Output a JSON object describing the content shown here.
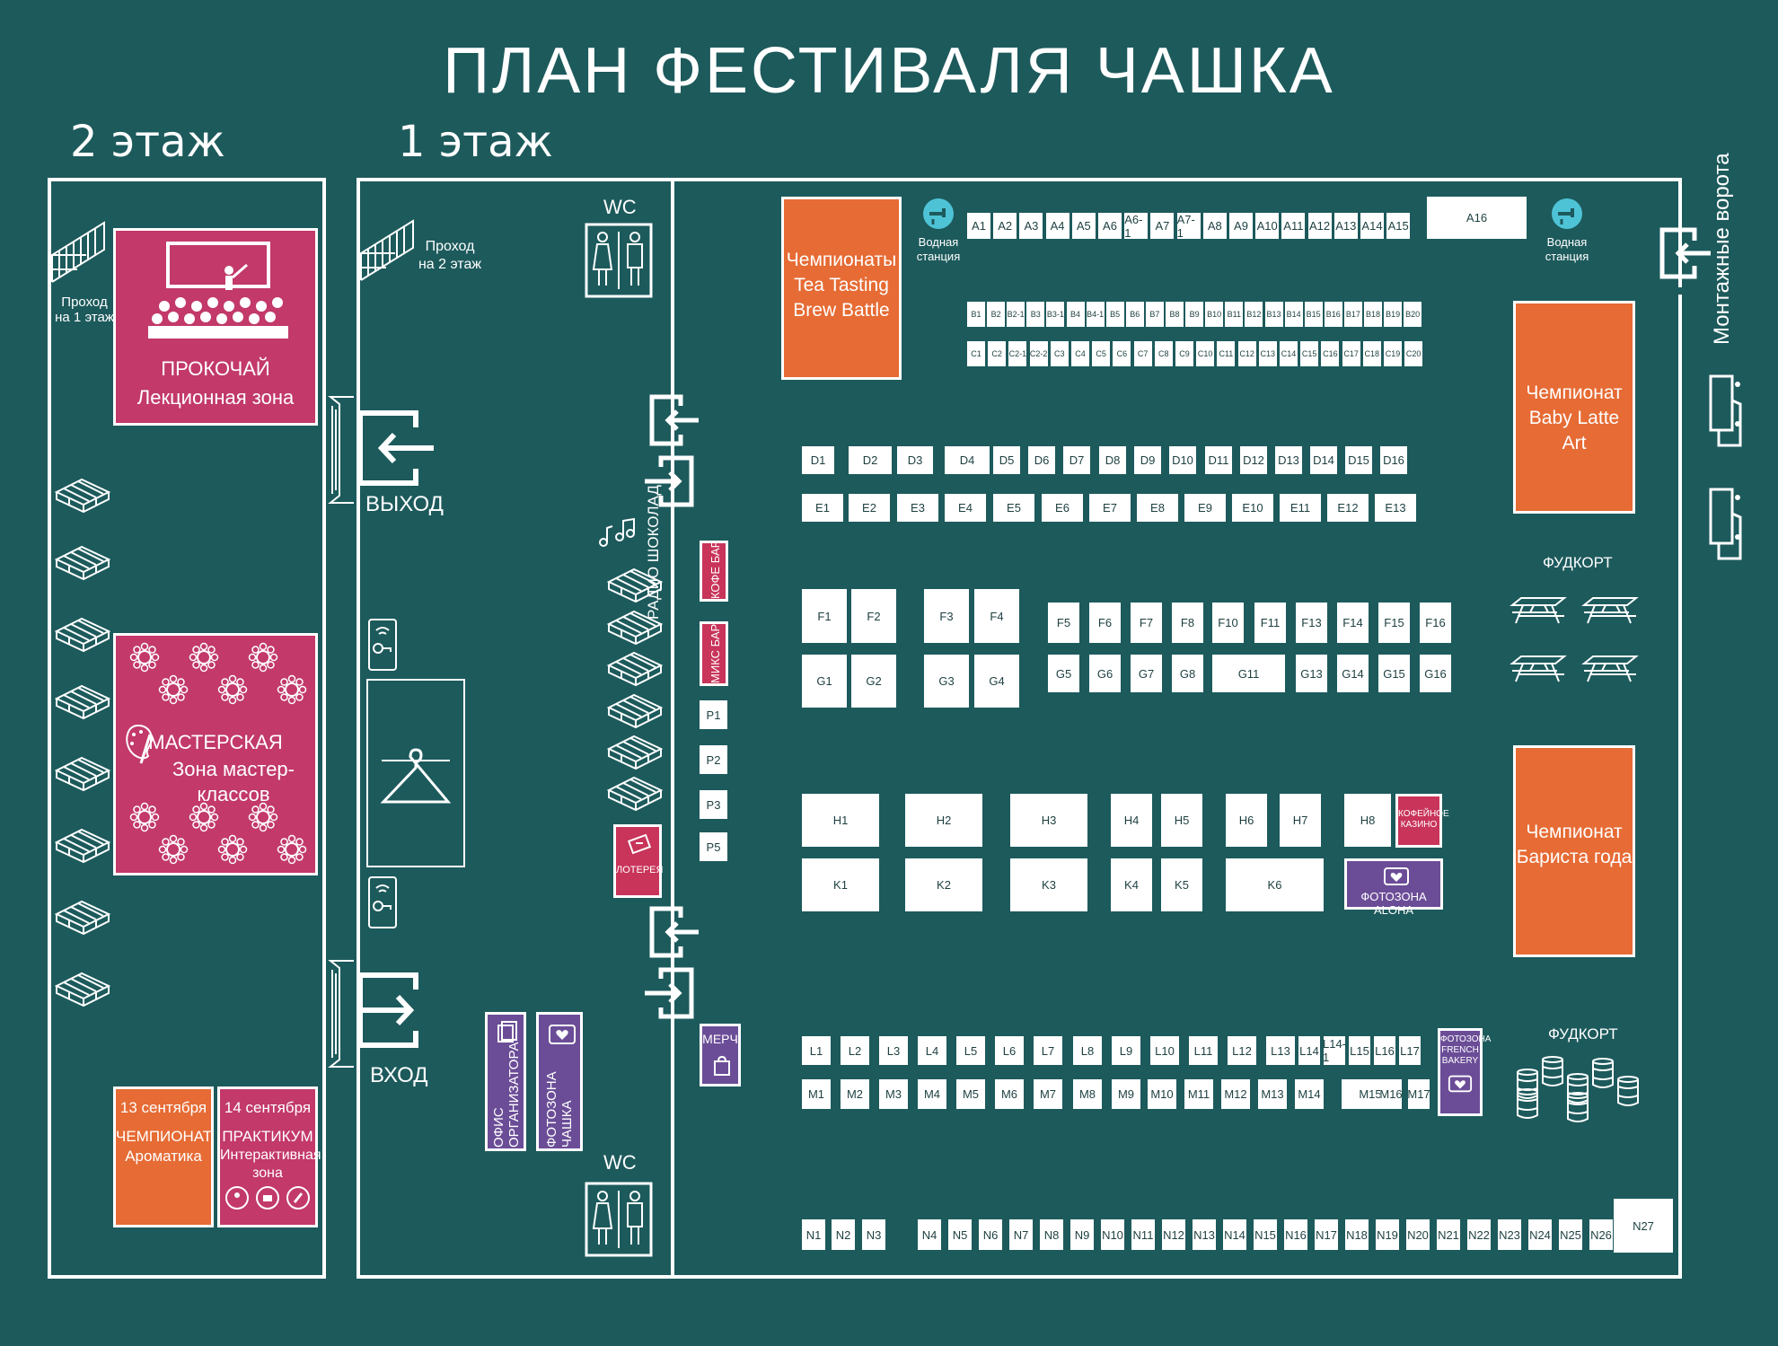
{
  "title": "ПЛАН ФЕСТИВАЛЯ ЧАШКА",
  "floors": {
    "second": "2 этаж",
    "first": "1 этаж"
  },
  "passages": {
    "to_first": [
      "Проход",
      "на 1 этаж"
    ],
    "to_second": [
      "Проход",
      "на 2 этаж"
    ]
  },
  "zones": {
    "prokochai": [
      "ПРОКОЧАЙ",
      "Лекционная зона"
    ],
    "masterskaya": [
      "МАСТЕРСКАЯ",
      "Зона мастер-классов"
    ],
    "aromatika": [
      "13 сентября",
      "ЧЕМПИОНАТ",
      "Ароматика"
    ],
    "praktikum": [
      "14 сентября",
      "ПРАКТИКУМ",
      "Интерактивная",
      "зона"
    ],
    "tea_tasting": [
      "Чемпионаты",
      "Tea Tasting",
      "Brew Battle"
    ],
    "baby_latte": [
      "Чемпионат",
      "Baby Latte Art"
    ],
    "barista": [
      "Чемпионат",
      "Бариста года"
    ],
    "kofe_bar": "КОФЕ БАР",
    "miks_bar": "МИКС БАР",
    "loterea": "ЛОТЕРЕЯ",
    "ofis": [
      "ОФИС",
      "ОРГАНИЗАТОРА"
    ],
    "fotozona_chashka": [
      "ФОТОЗОНА",
      "ЧАШКА"
    ],
    "fotozona_aloha": "ФОТОЗОНА ALOHA",
    "kofeinoe_kazino": [
      "КОФЕЙНОЕ",
      "КАЗИНО"
    ],
    "fotozona_french": [
      "ФОТОЗОНА",
      "FRENCH",
      "BAKERY"
    ],
    "merch": "МЕРЧ",
    "radio": "РАДИО ШОКОЛАД"
  },
  "labels": {
    "exit": "ВЫХОД",
    "entrance": "ВХОД",
    "wc": "WC",
    "water": [
      "Водная",
      "станция"
    ],
    "foodcourt": "ФУДКОРТ",
    "gates": "Монтажные ворота"
  },
  "stalls": {
    "A": [
      "A1",
      "A2",
      "A3",
      "A4",
      "A5",
      "A6",
      "A6-1",
      "A7",
      "A7-1",
      "A8",
      "A9",
      "A10",
      "A11",
      "A12",
      "A13",
      "A14",
      "A15"
    ],
    "A16": "A16",
    "B": [
      "B1",
      "B2",
      "B2-1",
      "B3",
      "B3-1",
      "B4",
      "B4-1",
      "B5",
      "B6",
      "B7",
      "B8",
      "B9",
      "B10",
      "B11",
      "B12",
      "B13",
      "B14",
      "B15",
      "B16",
      "B17",
      "B18",
      "B19",
      "B20"
    ],
    "C": [
      "C1",
      "C2",
      "C2-1",
      "C2-2",
      "C3",
      "C4",
      "C5",
      "C6",
      "C7",
      "C8",
      "C9",
      "C10",
      "C11",
      "C12",
      "C13",
      "C14",
      "C15",
      "C16",
      "C17",
      "C18",
      "C19",
      "C20"
    ],
    "D": [
      "D1",
      "D2",
      "D3",
      "D4",
      "D5",
      "D6",
      "D7",
      "D8",
      "D9",
      "D10",
      "D11",
      "D12",
      "D13",
      "D14",
      "D15",
      "D16"
    ],
    "E": [
      "E1",
      "E2",
      "E3",
      "E4",
      "E5",
      "E6",
      "E7",
      "E8",
      "E9",
      "E10",
      "E11",
      "E12",
      "E13"
    ],
    "F_left": [
      "F1",
      "F2",
      "F3",
      "F4"
    ],
    "G_left": [
      "G1",
      "G2",
      "G3",
      "G4"
    ],
    "F_right": [
      "F5",
      "F6",
      "F7",
      "F8",
      "F10",
      "F11",
      "F13",
      "F14",
      "F15",
      "F16"
    ],
    "G_right": [
      "G5",
      "G6",
      "G7",
      "G8",
      "G11",
      "G13",
      "G14",
      "G15",
      "G16"
    ],
    "H": [
      "H1",
      "H2",
      "H3",
      "H4",
      "H5",
      "H6",
      "H7",
      "H8"
    ],
    "K": [
      "K1",
      "K2",
      "K3",
      "K4",
      "K5",
      "K6"
    ],
    "P": [
      "P1",
      "P2",
      "P3",
      "P5"
    ],
    "L": [
      "L1",
      "L2",
      "L3",
      "L4",
      "L5",
      "L6",
      "L7",
      "L8",
      "L9",
      "L10",
      "L11",
      "L12",
      "L13",
      "L14",
      "L14-1",
      "L15",
      "L16",
      "L17"
    ],
    "M": [
      "M1",
      "M2",
      "M3",
      "M4",
      "M5",
      "M6",
      "M7",
      "M8",
      "M9",
      "M10",
      "M11",
      "M12",
      "M13",
      "M14",
      "M15",
      "M16",
      "M17"
    ],
    "N": [
      "N1",
      "N2",
      "N3",
      "N4",
      "N5",
      "N6",
      "N7",
      "N8",
      "N9",
      "N10",
      "N11",
      "N12",
      "N13",
      "N14",
      "N15",
      "N16",
      "N17",
      "N18",
      "N19",
      "N20",
      "N21",
      "N22",
      "N23",
      "N24",
      "N25",
      "N26"
    ],
    "N27": "N27"
  },
  "colors": {
    "background": "#1d5a5c",
    "orange": "#e66b34",
    "magenta": "#c2396a",
    "purple": "#6b4d97",
    "red": "#c8345a"
  },
  "icons": [
    "stairs-icon",
    "lecture-audience-icon",
    "pallet-icon",
    "round-table-icon",
    "palette-icon",
    "exit-arrow-icon",
    "entrance-arrow-icon",
    "wc-icon",
    "wardrobe-hanger-icon",
    "key-card-icon",
    "music-notes-icon",
    "water-tap-icon",
    "picnic-table-icon",
    "barrel-icon",
    "truck-icon",
    "camera-heart-icon",
    "ticket-icon",
    "bag-icon"
  ]
}
